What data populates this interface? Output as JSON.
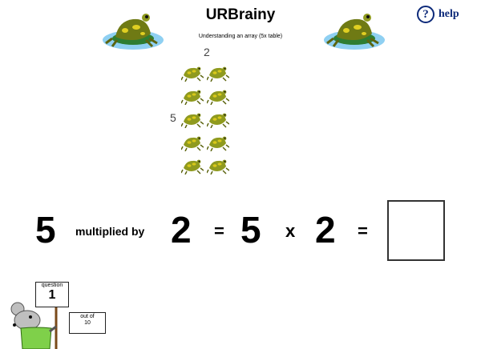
{
  "header": {
    "title": "URBrainy",
    "subtitle": "Understanding an array (5x table)",
    "help_label": "help",
    "help_glyph": "?"
  },
  "array": {
    "columns_label": "2",
    "rows_label": "5",
    "rows": 5,
    "columns": 2,
    "item_icon": "frog-icon"
  },
  "equation": {
    "multiplicand": "5",
    "phrase": "multiplied by",
    "multiplier": "2",
    "equals_1": "=",
    "expr_left": "5",
    "times": "x",
    "expr_right": "2",
    "equals_2": "=",
    "answer_value": ""
  },
  "progress": {
    "question_label": "question",
    "question_number": "1",
    "out_of_label": "out of",
    "total": "10",
    "mascot_icon": "mouse-mascot-icon"
  },
  "colors": {
    "frog_body": "#8f9a1e",
    "frog_spots": "#d9c81a",
    "water": "#8fd0f2",
    "help_blue": "#0d2a7a",
    "mascot_shirt": "#7fd04a"
  }
}
